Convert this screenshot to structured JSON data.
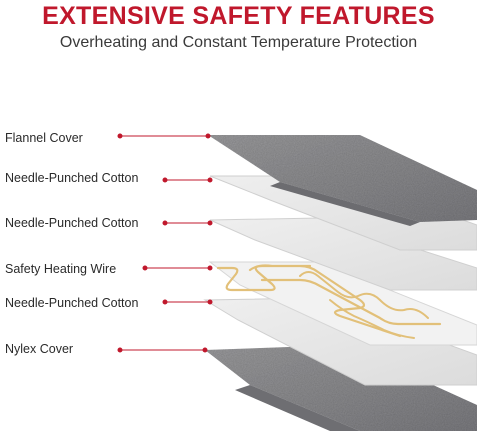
{
  "header": {
    "title": "EXTENSIVE SAFETY FEATURES",
    "subtitle": "Overheating and Constant Temperature Protection"
  },
  "layers": [
    {
      "label": "Flannel Cover"
    },
    {
      "label": "Needle-Punched Cotton"
    },
    {
      "label": "Needle-Punched Cotton"
    },
    {
      "label": "Safety Heating Wire"
    },
    {
      "label": "Needle-Punched Cotton"
    },
    {
      "label": "Nylex Cover"
    }
  ],
  "colors": {
    "accent": "#c0182c",
    "flannel": "#8a8a8c",
    "cotton": "#e6e6e6",
    "wire": "#e2c079"
  }
}
